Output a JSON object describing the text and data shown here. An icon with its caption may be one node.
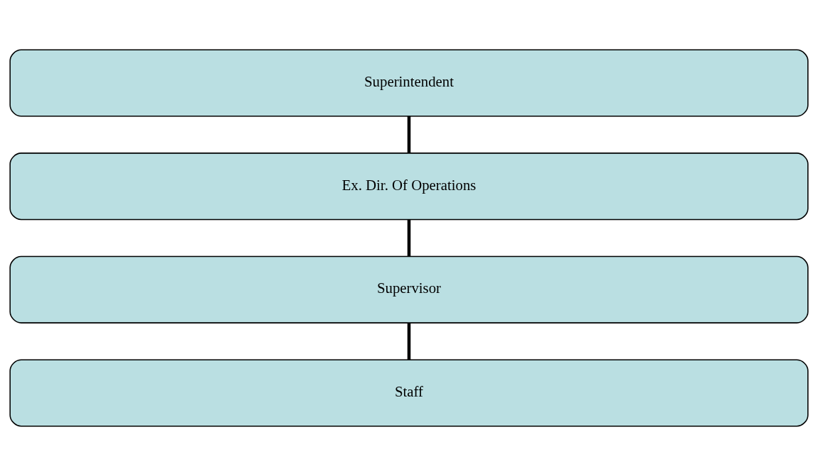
{
  "diagram": {
    "nodes": [
      {
        "text": [
          "Superintendent"
        ]
      },
      {
        "text": [
          "Ex. Dir. Of Operations"
        ]
      },
      {
        "text": [
          "Supervisor"
        ]
      },
      {
        "text": [
          "Staff"
        ]
      }
    ],
    "edges": [
      {
        "from": 0,
        "to": 1,
        "arrow": "none"
      },
      {
        "from": 1,
        "to": 2,
        "arrow": "none"
      },
      {
        "from": 2,
        "to": 3,
        "arrow": "none"
      }
    ]
  }
}
